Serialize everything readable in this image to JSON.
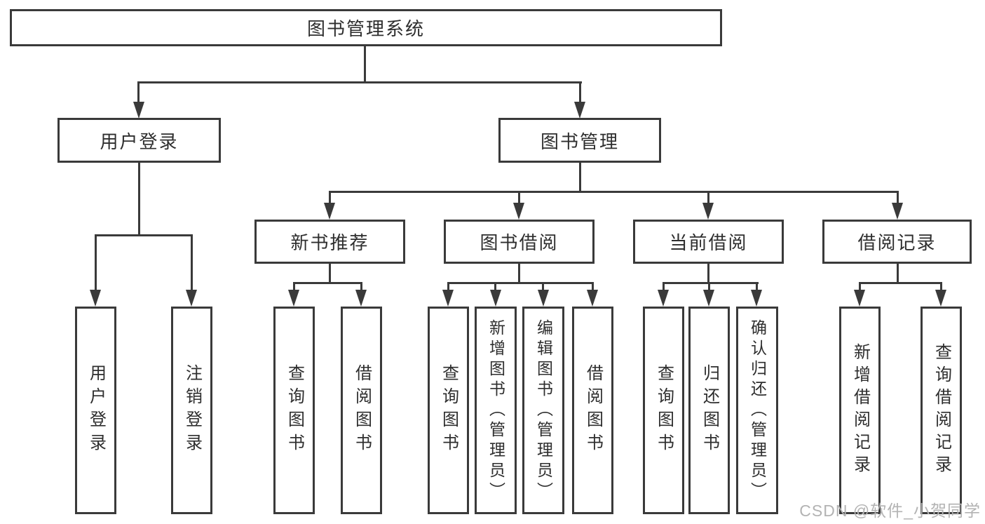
{
  "diagram": {
    "title": "图书管理系统",
    "level2": {
      "user_login": "用户登录",
      "book_management": "图书管理"
    },
    "level3": {
      "new_book_recommend": "新书推荐",
      "book_borrowing": "图书借阅",
      "current_borrowing": "当前借阅",
      "borrowing_records": "借阅记录"
    },
    "leaves": {
      "user_login": "用户登录",
      "logout": "注销登录",
      "recommend_query_books": "查询图书",
      "recommend_borrow_books": "借阅图书",
      "borrowing_query_books": "查询图书",
      "borrowing_add_books_admin": "新增图书（管理员）",
      "borrowing_edit_books_admin": "编辑图书（管理员）",
      "borrowing_borrow_books": "借阅图书",
      "current_query_books": "查询图书",
      "current_return_books": "归还图书",
      "current_confirm_return_admin": "确认归还（管理员）",
      "records_add_record": "新增借阅记录",
      "records_query_record": "查询借阅记录"
    }
  },
  "watermark": "CSDN @软件_小贺同学",
  "colors": {
    "line": "#3a3a3a",
    "text": "#2e2e2e",
    "wm": "#b3b3b3",
    "bg": "#ffffff"
  }
}
